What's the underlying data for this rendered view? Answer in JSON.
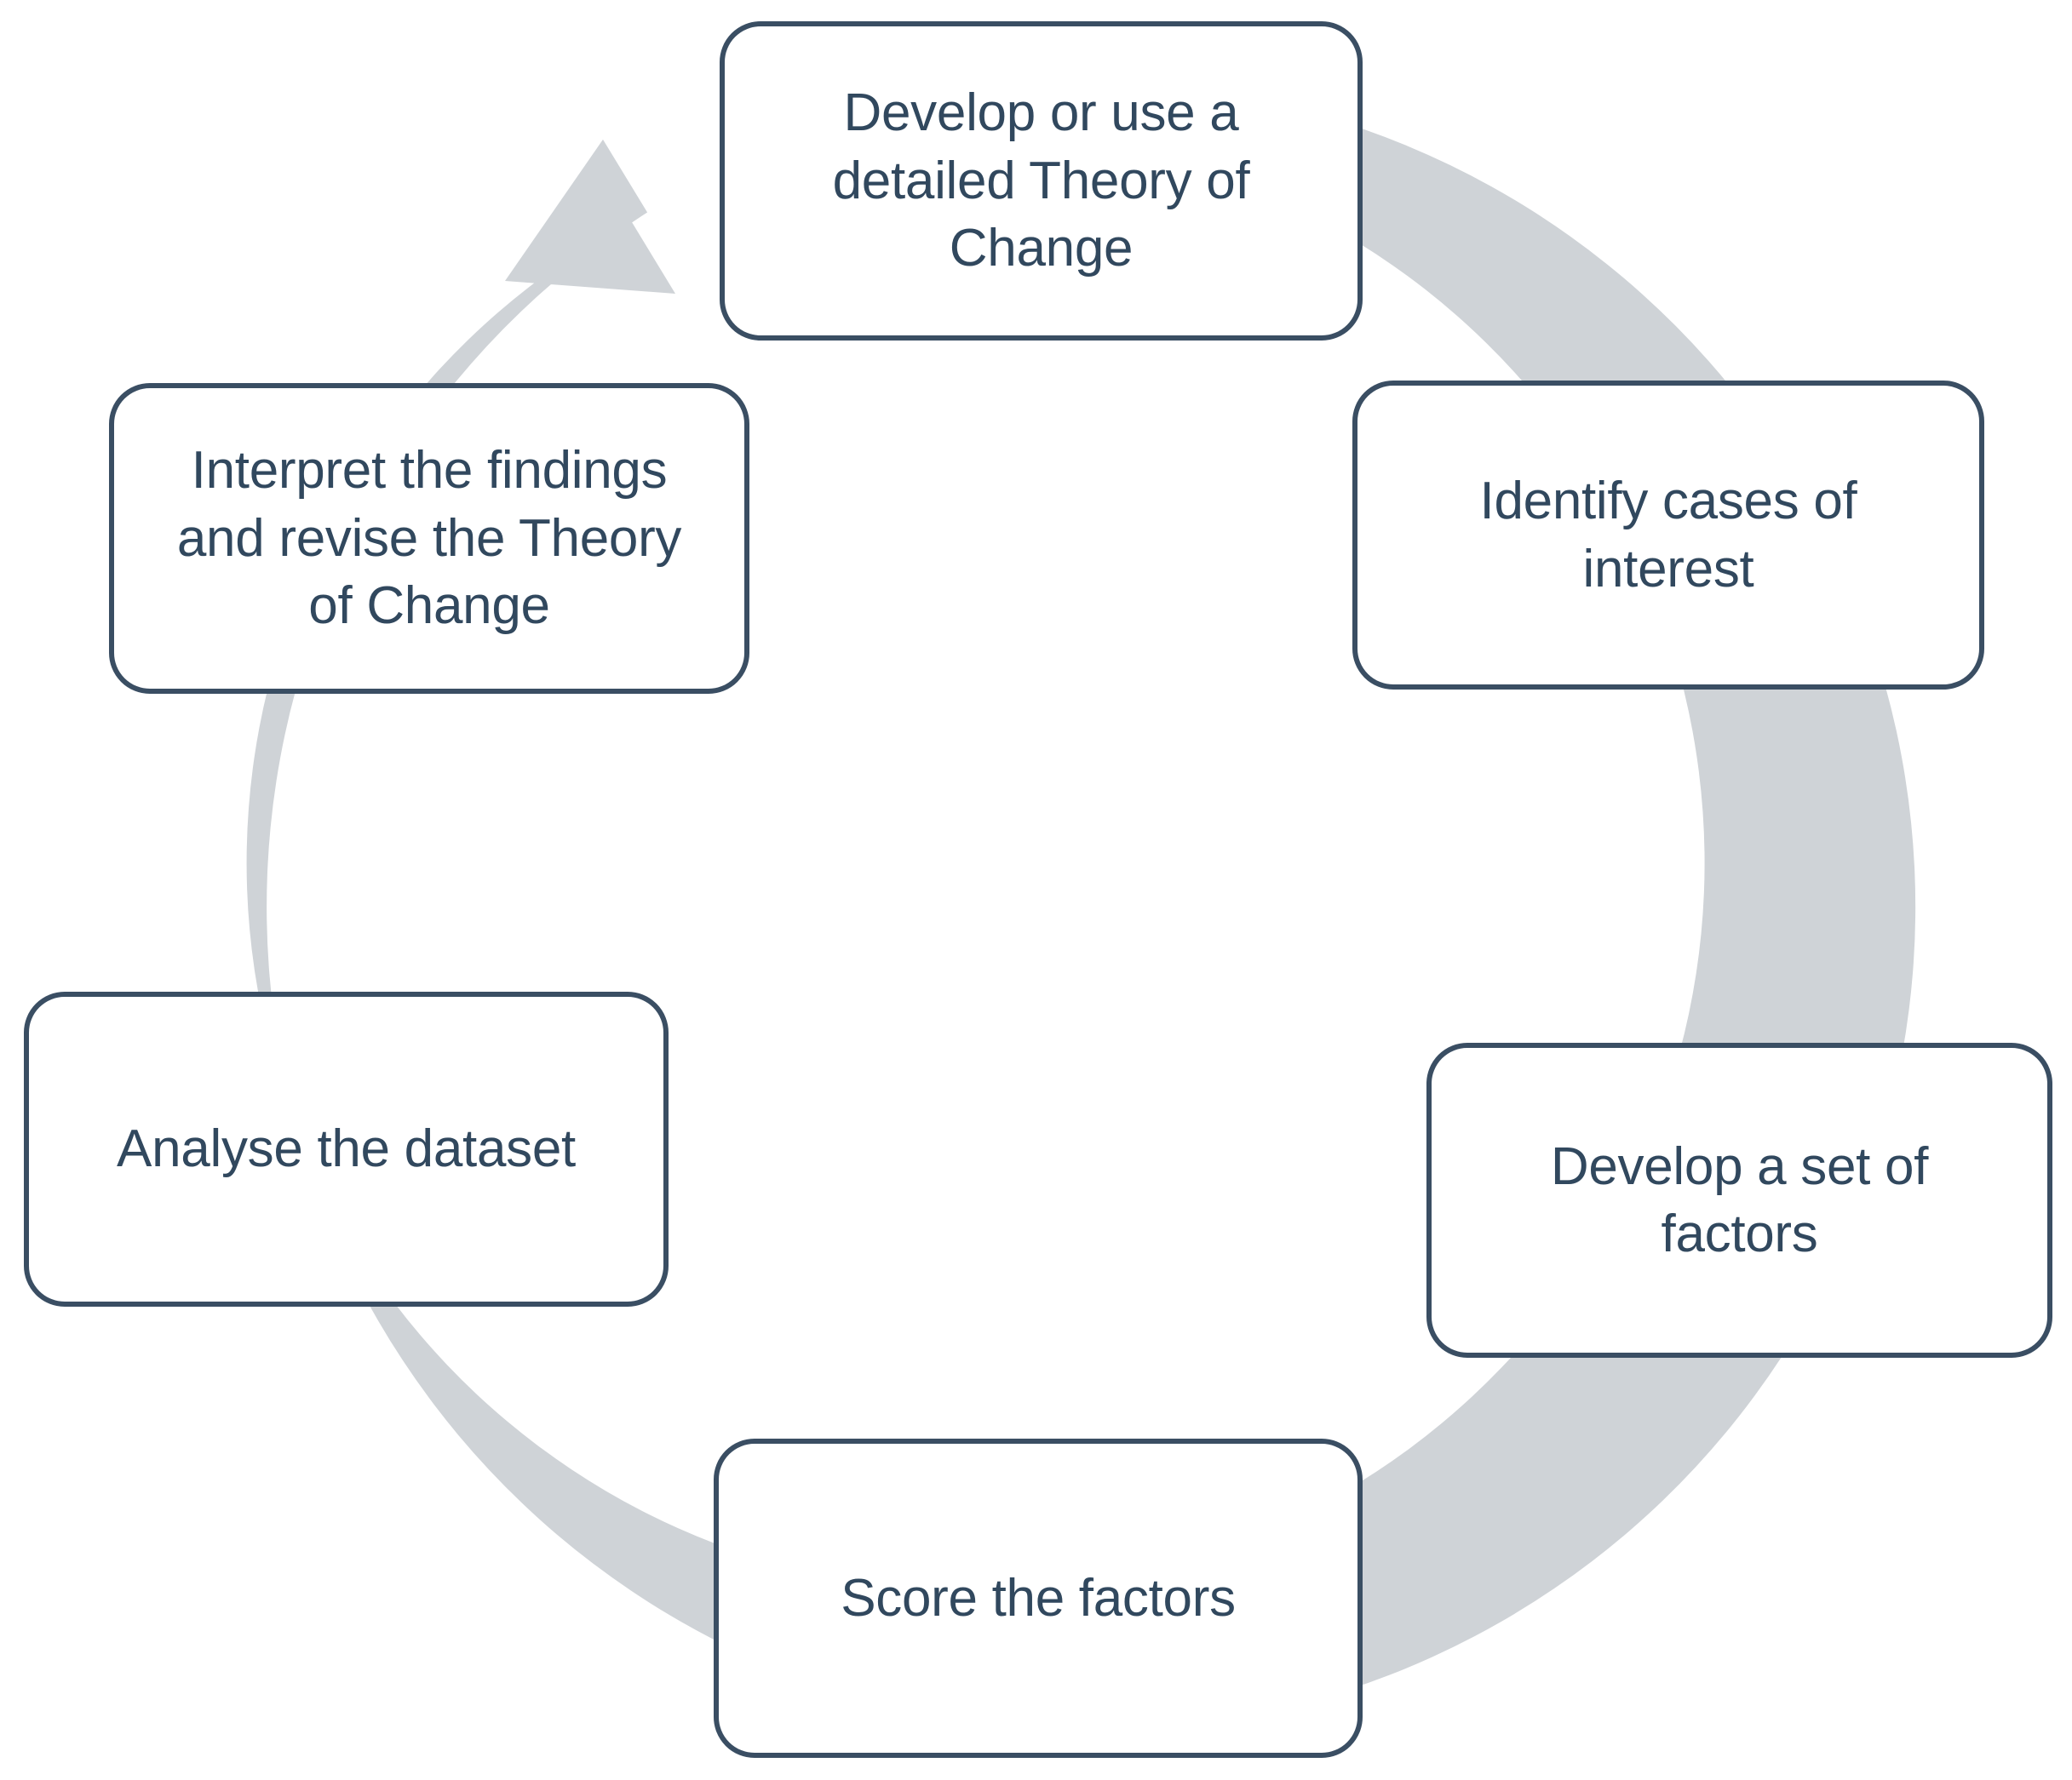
{
  "diagram": {
    "type": "cyclical-process",
    "title": "",
    "colors": {
      "node_border": "#3a4e63",
      "node_fill": "#ffffff",
      "node_text": "#31485e",
      "arrow_ring": "#cfd3d7",
      "background": "#ffffff"
    },
    "arrow": {
      "name": "circular-clockwise-arrow",
      "direction": "clockwise",
      "head_position": "top-left"
    },
    "steps": [
      {
        "order": 1,
        "id": "develop-theory-of-change",
        "label": "Develop or use a\ndetailed Theory of\nChange",
        "position": "top"
      },
      {
        "order": 2,
        "id": "identify-cases",
        "label": "Identify cases of\ninterest",
        "position": "right-upper"
      },
      {
        "order": 3,
        "id": "develop-factors",
        "label": "Develop a set of\nfactors",
        "position": "right-lower"
      },
      {
        "order": 4,
        "id": "score-factors",
        "label": "Score the factors",
        "position": "bottom"
      },
      {
        "order": 5,
        "id": "analyse-dataset",
        "label": "Analyse the dataset",
        "position": "left-lower"
      },
      {
        "order": 6,
        "id": "interpret-findings",
        "label": "Interpret the findings\nand revise the Theory\nof Change",
        "position": "left-upper"
      }
    ]
  }
}
